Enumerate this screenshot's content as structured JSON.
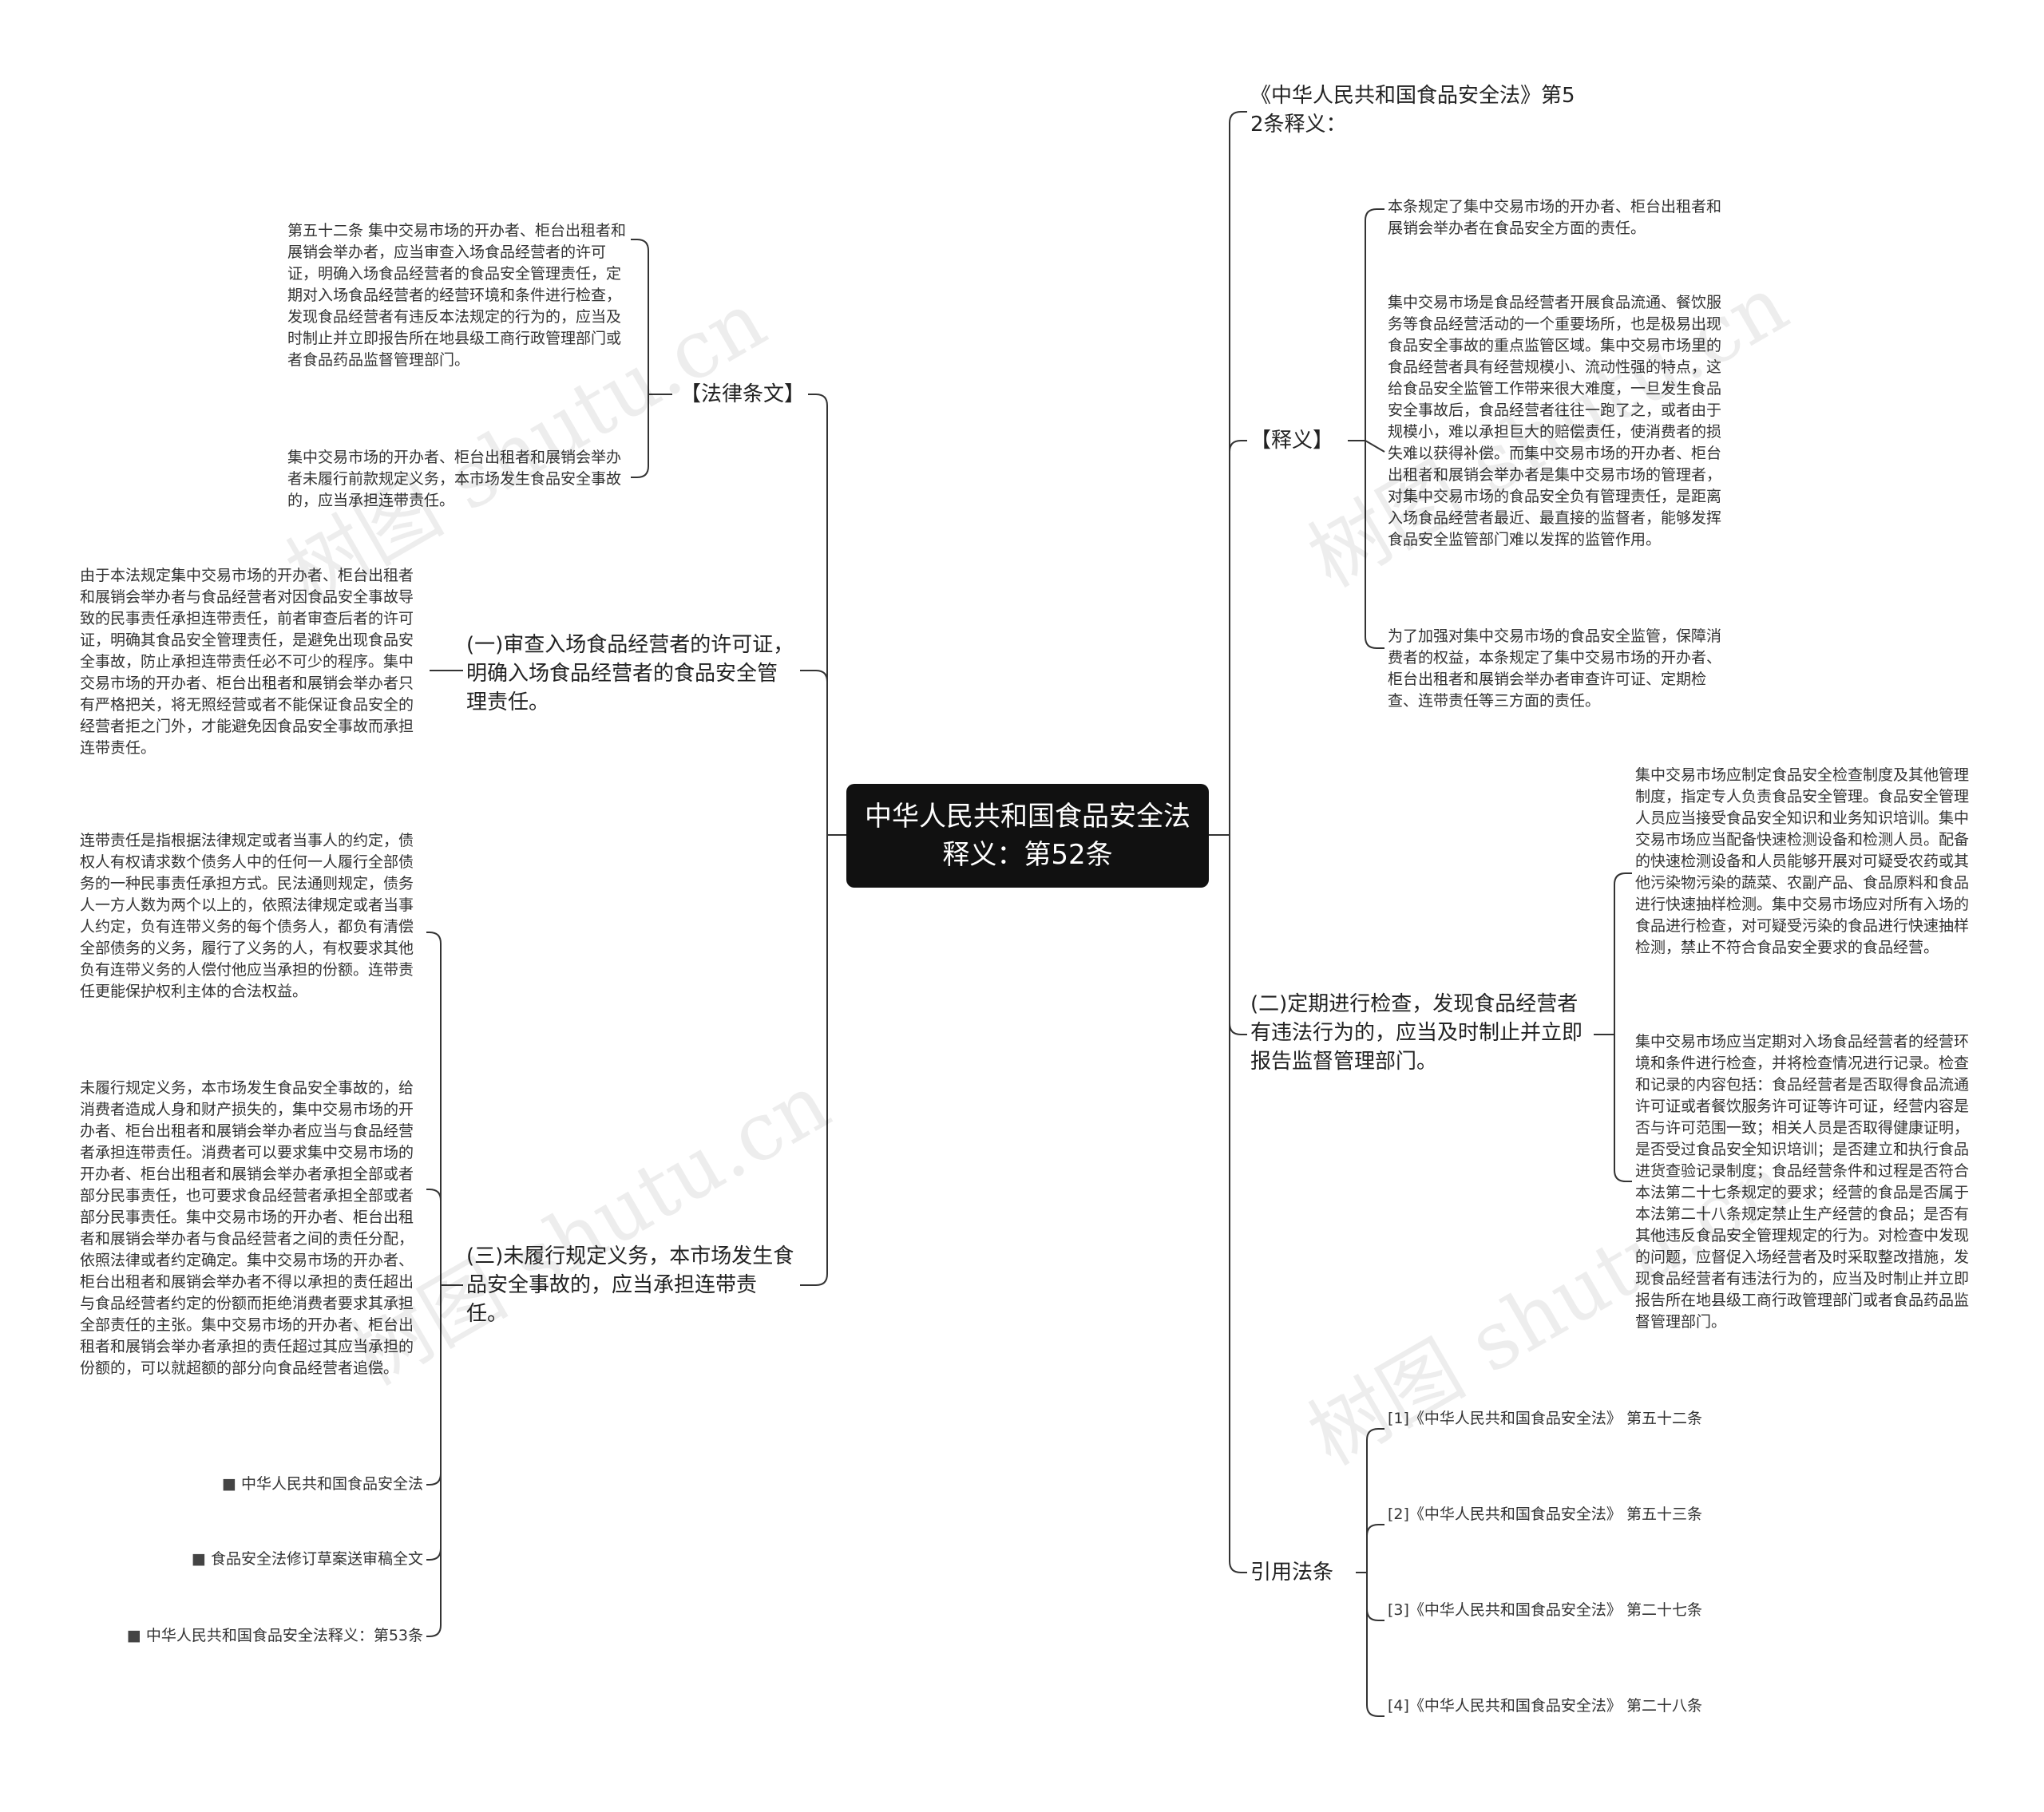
{
  "root": {
    "title": "中华人民共和国食品安全法释义：第52条"
  },
  "left": {
    "law_clause": {
      "label": "【法律条文】",
      "items": [
        "第五十二条 集中交易市场的开办者、柜台出租者和展销会举办者，应当审查入场食品经营者的许可证，明确入场食品经营者的食品安全管理责任，定期对入场食品经营者的经营环境和条件进行检查，发现食品经营者有违反本法规定的行为的，应当及时制止并立即报告所在地县级工商行政管理部门或者食品药品监督管理部门。",
        "集中交易市场的开办者、柜台出租者和展销会举办者未履行前款规定义务，本市场发生食品安全事故的，应当承担连带责任。"
      ]
    },
    "item1": {
      "label": "(一)审查入场食品经营者的许可证，明确入场食品经营者的食品安全管理责任。",
      "items": [
        "由于本法规定集中交易市场的开办者、柜台出租者和展销会举办者与食品经营者对因食品安全事故导致的民事责任承担连带责任，前者审查后者的许可证，明确其食品安全管理责任，是避免出现食品安全事故，防止承担连带责任必不可少的程序。集中交易市场的开办者、柜台出租者和展销会举办者只有严格把关，将无照经营或者不能保证食品安全的经营者拒之门外，才能避免因食品安全事故而承担连带责任。"
      ]
    },
    "item3": {
      "label": "(三)未履行规定义务，本市场发生食品安全事故的，应当承担连带责任。",
      "items": [
        "连带责任是指根据法律规定或者当事人的约定，债权人有权请求数个债务人中的任何一人履行全部债务的一种民事责任承担方式。民法通则规定，债务人一方人数为两个以上的，依照法律规定或者当事人约定，负有连带义务的每个债务人，都负有清偿全部债务的义务，履行了义务的人，有权要求其他负有连带义务的人偿付他应当承担的份额。连带责任更能保护权利主体的合法权益。",
        "未履行规定义务，本市场发生食品安全事故的，给消费者造成人身和财产损失的，集中交易市场的开办者、柜台出租者和展销会举办者应当与食品经营者承担连带责任。消费者可以要求集中交易市场的开办者、柜台出租者和展销会举办者承担全部或者部分民事责任，也可要求食品经营者承担全部或者部分民事责任。集中交易市场的开办者、柜台出租者和展销会举办者与食品经营者之间的责任分配，依照法律或者约定确定。集中交易市场的开办者、柜台出租者和展销会举办者不得以承担的责任超出与食品经营者约定的份额而拒绝消费者要求其承担全部责任的主张。集中交易市场的开办者、柜台出租者和展销会举办者承担的责任超过其应当承担的份额的，可以就超额的部分向食品经营者追偿。"
      ],
      "links": [
        "中华人民共和国食品安全法",
        "食品安全法修订草案送审稿全文",
        "中华人民共和国食品安全法释义：第53条"
      ]
    }
  },
  "right": {
    "intro": {
      "label": "《中华人民共和国食品安全法》第52条释义："
    },
    "explain": {
      "label": "【释义】",
      "items": [
        "本条规定了集中交易市场的开办者、柜台出租者和展销会举办者在食品安全方面的责任。",
        "集中交易市场是食品经营者开展食品流通、餐饮服务等食品经营活动的一个重要场所，也是极易出现食品安全事故的重点监管区域。集中交易市场里的食品经营者具有经营规模小、流动性强的特点，这给食品安全监管工作带来很大难度，一旦发生食品安全事故后，食品经营者往往一跑了之，或者由于规模小，难以承担巨大的赔偿责任，使消费者的损失难以获得补偿。而集中交易市场的开办者、柜台出租者和展销会举办者是集中交易市场的管理者，对集中交易市场的食品安全负有管理责任，是距离入场食品经营者最近、最直接的监督者，能够发挥食品安全监管部门难以发挥的监管作用。",
        "为了加强对集中交易市场的食品安全监管，保障消费者的权益，本条规定了集中交易市场的开办者、柜台出租者和展销会举办者审查许可证、定期检查、连带责任等三方面的责任。"
      ]
    },
    "item2": {
      "label": "(二)定期进行检查，发现食品经营者有违法行为的，应当及时制止并立即报告监督管理部门。",
      "items": [
        "集中交易市场应制定食品安全检查制度及其他管理制度，指定专人负责食品安全管理。食品安全管理人员应当接受食品安全知识和业务知识培训。集中交易市场应当配备快速检测设备和检测人员。配备的快速检测设备和人员能够开展对可疑受农药或其他污染物污染的蔬菜、农副产品、食品原料和食品进行快速抽样检测。集中交易市场应对所有入场的食品进行检查，对可疑受污染的食品进行快速抽样检测，禁止不符合食品安全要求的食品经营。",
        "集中交易市场应当定期对入场食品经营者的经营环境和条件进行检查，并将检查情况进行记录。检查和记录的内容包括：食品经营者是否取得食品流通许可证或者餐饮服务许可证等许可证，经营内容是否与许可范围一致；相关人员是否取得健康证明，是否受过食品安全知识培训；是否建立和执行食品进货查验记录制度；食品经营条件和过程是否符合本法第二十七条规定的要求；经营的食品是否属于本法第二十八条规定禁止生产经营的食品；是否有其他违反食品安全管理规定的行为。对检查中发现的问题，应督促入场经营者及时采取整改措施，发现食品经营者有违法行为的，应当及时制止并立即报告所在地县级工商行政管理部门或者食品药品监督管理部门。"
      ]
    },
    "refs": {
      "label": "引用法条",
      "items": [
        "[1]《中华人民共和国食品安全法》 第五十二条",
        "[2]《中华人民共和国食品安全法》 第五十三条",
        "[3]《中华人民共和国食品安全法》 第二十七条",
        "[4]《中华人民共和国食品安全法》 第二十八条"
      ]
    }
  },
  "watermark": "树图 shutu.cn",
  "colors": {
    "root_bg": "#111111",
    "root_text": "#ffffff",
    "line": "#333333"
  }
}
